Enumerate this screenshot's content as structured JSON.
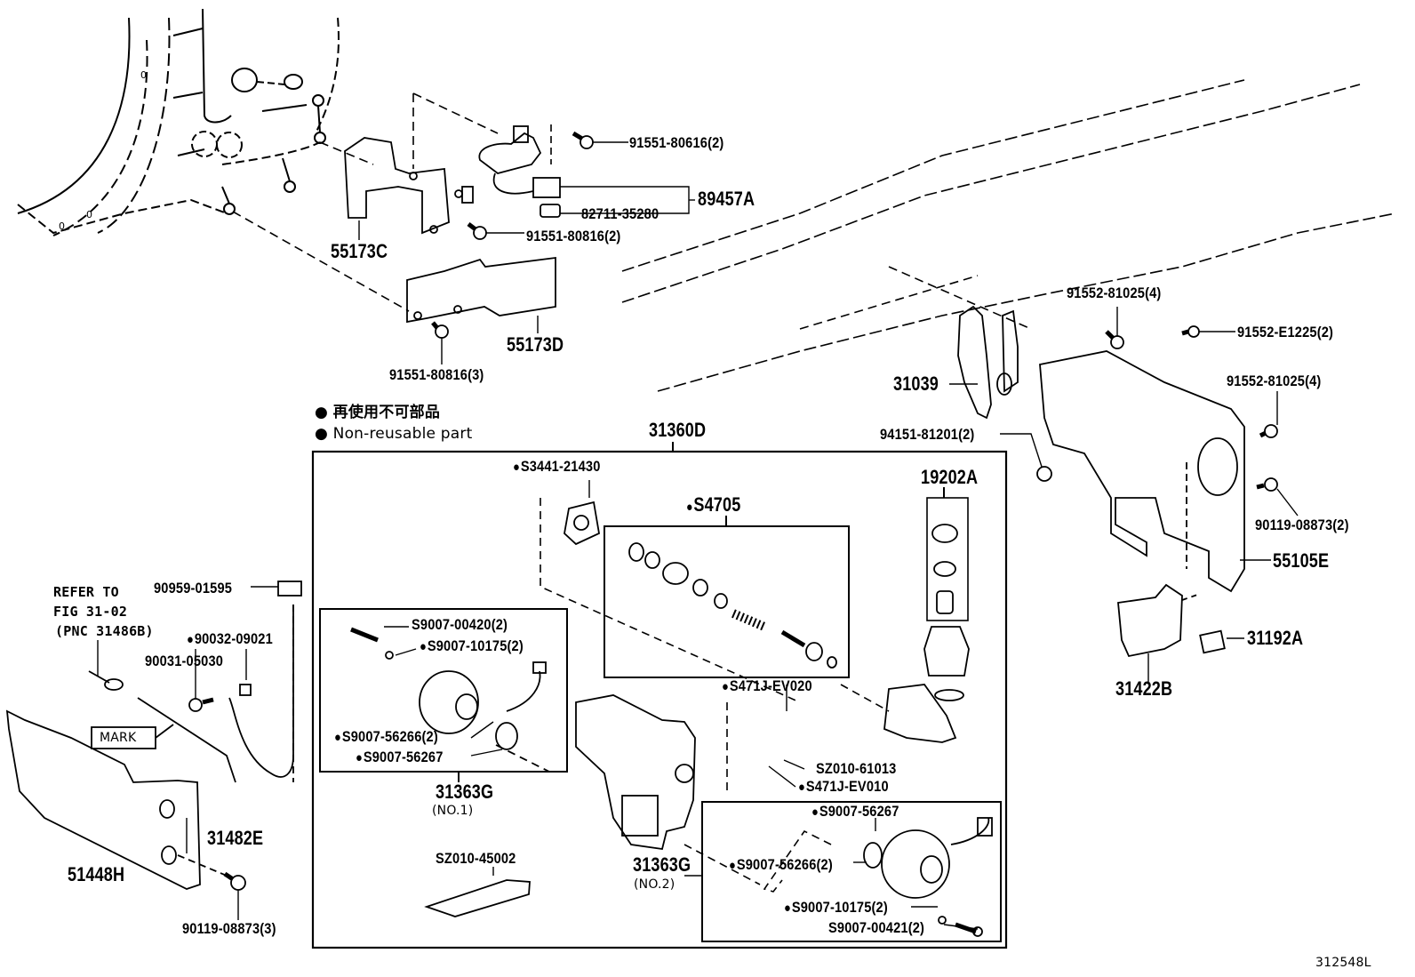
{
  "diagram": {
    "figure_id": "312548L",
    "legend": {
      "marker": "●",
      "text_jp": "再使用不可部品",
      "text_en": "Non-reusable part"
    },
    "refer_note": {
      "line1": "REFER TO",
      "line2": "FIG 31-02",
      "line3": "(PNC 31486B)"
    },
    "mark_label": "MARK",
    "parts": {
      "p_91551_80616": "91551-80616(2)",
      "p_89457A": "89457A",
      "p_82711_35280": "82711-35280",
      "p_91551_80816_2": "91551-80816(2)",
      "p_55173C": "55173C",
      "p_55173D": "55173D",
      "p_91551_80816_3": "91551-80816(3)",
      "p_91552_81025_a": "91552-81025(4)",
      "p_91552_E1225": "91552-E1225(2)",
      "p_91552_81025_b": "91552-81025(4)",
      "p_31039": "31039",
      "p_94151_81201": "94151-81201(2)",
      "p_90119_08873_2": "90119-08873(2)",
      "p_55105E": "55105E",
      "p_31192A": "31192A",
      "p_31422B": "31422B",
      "p_31360D": "31360D",
      "p_S3441_21430": "S3441-21430",
      "p_S4705": "S4705",
      "p_19202A": "19202A",
      "p_S471J_EV020": "S471J-EV020",
      "p_SZ010_61013": "SZ010-61013",
      "p_S471J_EV010": "S471J-EV010",
      "p_S9007_00420": "S9007-00420(2)",
      "p_S9007_10175_a": "S9007-10175(2)",
      "p_S9007_56266_a": "S9007-56266(2)",
      "p_S9007_56267_a": "S9007-56267",
      "p_31363G_1": "31363G",
      "p_31363G_1_sub": "(NO.1)",
      "p_SZ010_45002": "SZ010-45002",
      "p_31363G_2": "31363G",
      "p_31363G_2_sub": "(NO.2)",
      "p_S9007_56267_b": "S9007-56267",
      "p_S9007_56266_b": "S9007-56266(2)",
      "p_S9007_10175_b": "S9007-10175(2)",
      "p_S9007_00421": "S9007-00421(2)",
      "p_90959_01595": "90959-01595",
      "p_90032_09021": "90032-09021",
      "p_90031_05030": "90031-05030",
      "p_31482E": "31482E",
      "p_51448H": "51448H",
      "p_90119_08873_3": "90119-08873(3)"
    }
  }
}
